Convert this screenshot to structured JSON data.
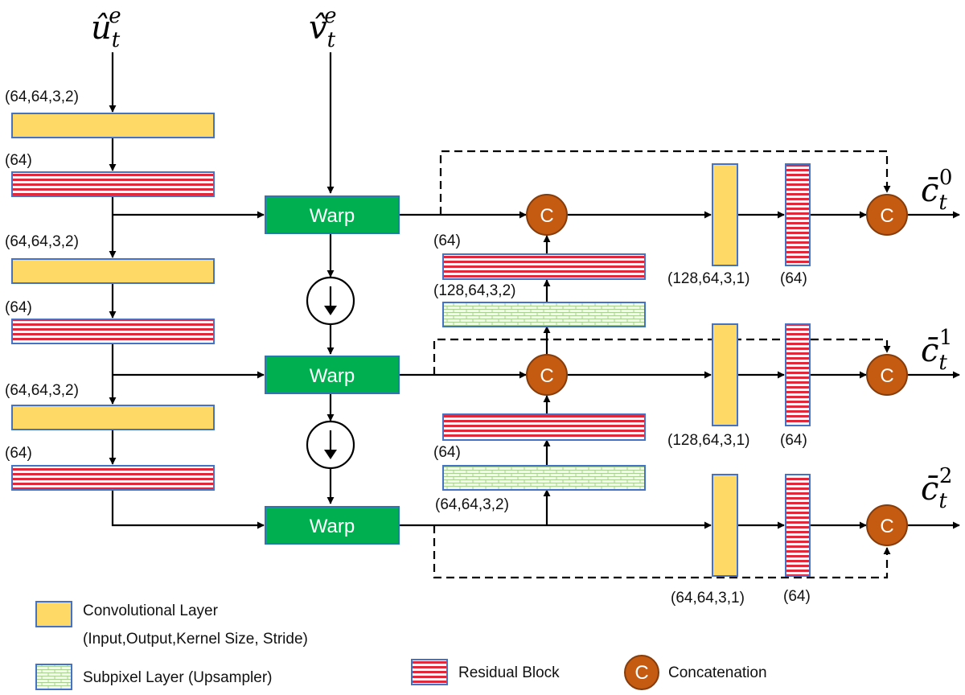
{
  "inputs": {
    "u_base": "û",
    "u_sub": "t",
    "u_sup": "e",
    "v_base": "v̂",
    "v_sub": "t",
    "v_sup": "e"
  },
  "encoder_labels": {
    "conv1": "(64,64,3,2)",
    "res1": "(64)",
    "conv2": "(64,64,3,2)",
    "res2": "(64)",
    "conv3": "(64,64,3,2)",
    "res3": "(64)"
  },
  "warp_label": "Warp",
  "concat_letter": "C",
  "mid_labels": {
    "res_top": "(64)",
    "sub_top": "(128,64,3,2)",
    "res_mid": "(64)",
    "sub_mid": "(64,64,3,2)"
  },
  "right_labels": {
    "conv_top": "(128,64,3,1)",
    "res_top": "(64)",
    "conv_mid": "(128,64,3,1)",
    "res_mid": "(64)",
    "conv_bot": "(64,64,3,1)",
    "res_bot": "(64)"
  },
  "outputs": {
    "base": "c̄",
    "sub": "t",
    "sup0": "0",
    "sup1": "1",
    "sup2": "2"
  },
  "legend": {
    "conv_title": "Convolutional Layer",
    "conv_detail": "(Input,Output,Kernel Size, Stride)",
    "subpixel": "Subpixel Layer (Upsampler)",
    "residual": "Residual Block",
    "concat": "Concatenation"
  },
  "colors": {
    "conv_fill": "#FFD966",
    "conv_stroke": "#4472C4",
    "residual_red": "#E0283A",
    "residual_stroke": "#4472C4",
    "subpixel_fill": "#F3F9EC",
    "subpixel_brick": "#A9D18E",
    "subpixel_stroke": "#4472C4",
    "warp_fill": "#00B050",
    "concat_fill": "#C55A11",
    "concat_stroke": "#843C0C"
  }
}
